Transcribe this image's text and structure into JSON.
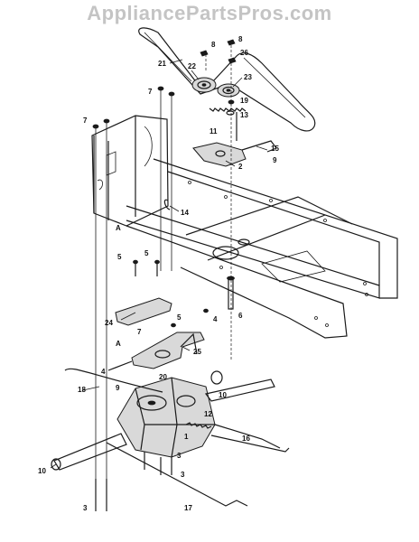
{
  "watermark": "AppliancePartsPros.com",
  "callouts": [
    {
      "id": "c8a",
      "text": "8"
    },
    {
      "id": "c8b",
      "text": "8"
    },
    {
      "id": "c26",
      "text": "26"
    },
    {
      "id": "c21",
      "text": "21"
    },
    {
      "id": "c22",
      "text": "22"
    },
    {
      "id": "c23",
      "text": "23"
    },
    {
      "id": "c19",
      "text": "19"
    },
    {
      "id": "c13",
      "text": "13"
    },
    {
      "id": "c11",
      "text": "11"
    },
    {
      "id": "c15",
      "text": "15"
    },
    {
      "id": "c9a",
      "text": "9"
    },
    {
      "id": "c2",
      "text": "2"
    },
    {
      "id": "c7a",
      "text": "7"
    },
    {
      "id": "c7b",
      "text": "7"
    },
    {
      "id": "c14",
      "text": "14"
    },
    {
      "id": "cA1",
      "text": "A"
    },
    {
      "id": "c5a",
      "text": "5"
    },
    {
      "id": "c5b",
      "text": "5"
    },
    {
      "id": "c6",
      "text": "6"
    },
    {
      "id": "c24",
      "text": "24"
    },
    {
      "id": "c5c",
      "text": "5"
    },
    {
      "id": "c4a",
      "text": "4"
    },
    {
      "id": "c7c",
      "text": "7"
    },
    {
      "id": "cA2",
      "text": "A"
    },
    {
      "id": "c25",
      "text": "25"
    },
    {
      "id": "c4b",
      "text": "4"
    },
    {
      "id": "c20",
      "text": "20"
    },
    {
      "id": "c18",
      "text": "18"
    },
    {
      "id": "c9b",
      "text": "9"
    },
    {
      "id": "c10a",
      "text": "10"
    },
    {
      "id": "c12",
      "text": "12"
    },
    {
      "id": "c1",
      "text": "1"
    },
    {
      "id": "c16",
      "text": "16"
    },
    {
      "id": "c3a",
      "text": "3"
    },
    {
      "id": "c3b",
      "text": "3"
    },
    {
      "id": "c10b",
      "text": "10"
    },
    {
      "id": "c17",
      "text": "17"
    },
    {
      "id": "c3c",
      "text": "3"
    }
  ]
}
